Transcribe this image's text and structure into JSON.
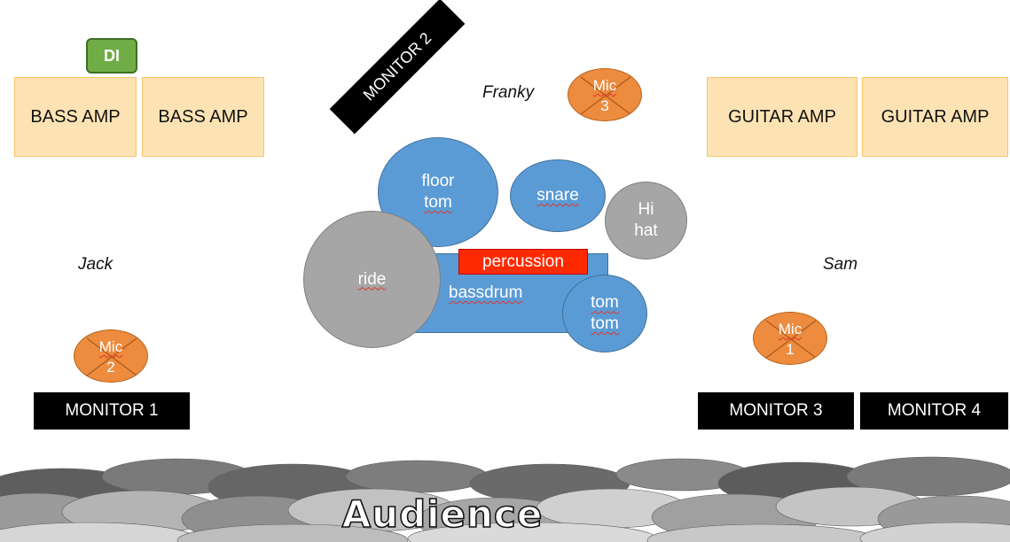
{
  "amps": {
    "bass_1": "BASS AMP",
    "bass_2": "BASS AMP",
    "guitar_1": "GUITAR AMP",
    "guitar_2": "GUITAR AMP"
  },
  "di": "DI",
  "monitors": {
    "m1": "MONITOR 1",
    "m2": "MONITOR 2",
    "m3": "MONITOR 3",
    "m4": "MONITOR 4"
  },
  "musicians": {
    "jack": "Jack",
    "franky": "Franky",
    "sam": "Sam"
  },
  "mics": {
    "mic1": {
      "word": "Mic",
      "number": "1"
    },
    "mic2": {
      "word": "Mic",
      "number": "2"
    },
    "mic3": {
      "word": "Mic",
      "number": "3"
    }
  },
  "drums": {
    "floor_tom_1": "floor",
    "floor_tom_2": "tom",
    "snare": "snare",
    "hihat_1": "Hi",
    "hihat_2": "hat",
    "ride": "ride",
    "bassdrum": "bassdrum",
    "tomtom_1": "tom",
    "tomtom_2": "tom",
    "percussion": "percussion"
  },
  "audience": "Audience",
  "colors": {
    "amp_fill": "#fde3b4",
    "monitor_fill": "#000000",
    "di_fill": "#70ad47",
    "drum_blue": "#5b9bd5",
    "cymbal_gray": "#a6a6a6",
    "mic_orange": "#ed8b3f",
    "percussion_red": "#ff2a00"
  }
}
